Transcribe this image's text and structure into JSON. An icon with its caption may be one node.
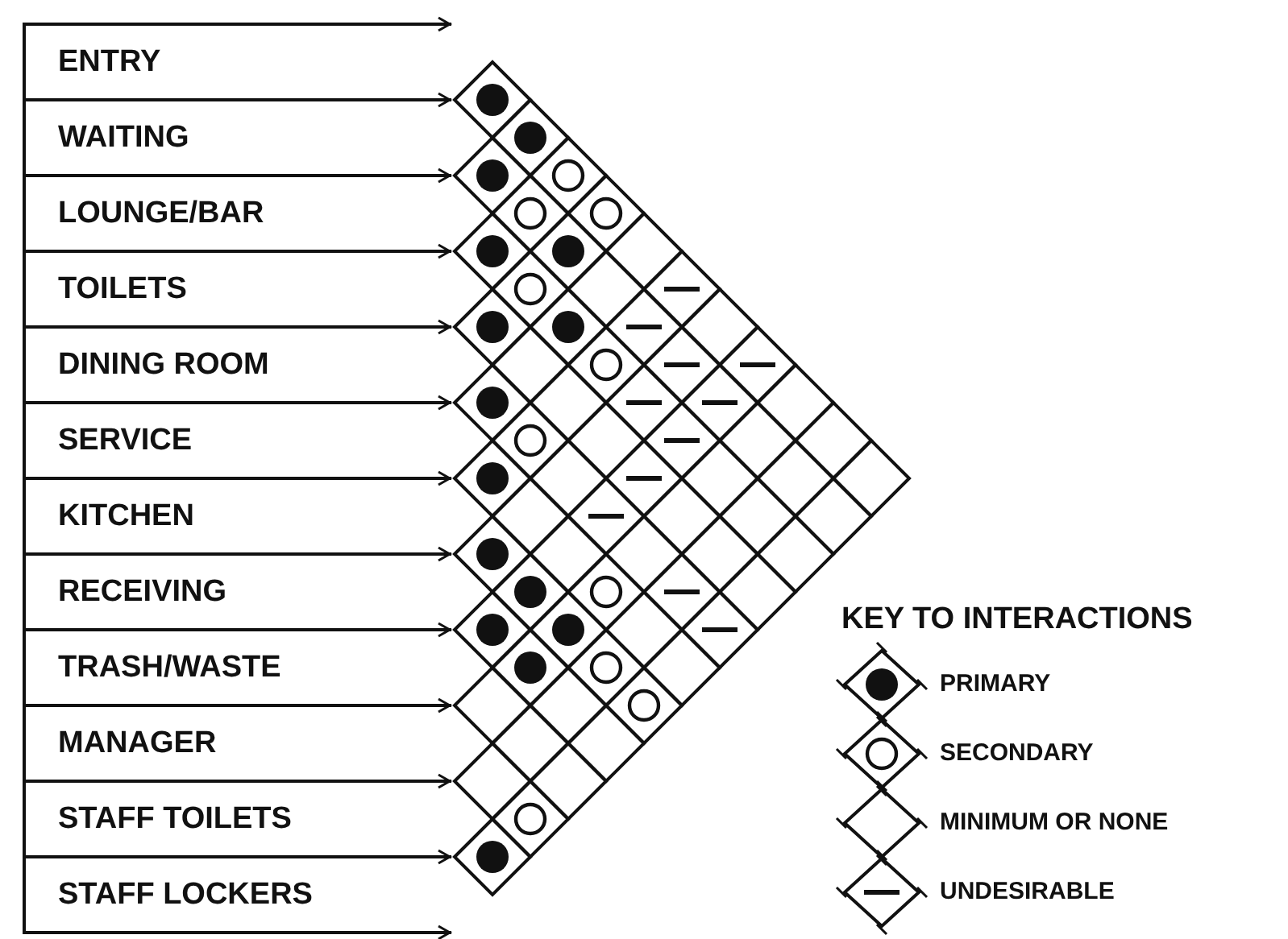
{
  "diagram": {
    "nodes": [
      {
        "text": [
          "ENTRY"
        ]
      },
      {
        "text": [
          "WAITING"
        ]
      },
      {
        "text": [
          "LOUNGE/BAR"
        ]
      },
      {
        "text": [
          "TOILETS"
        ]
      },
      {
        "text": [
          "DINING ROOM"
        ]
      },
      {
        "text": [
          "SERVICE"
        ]
      },
      {
        "text": [
          "KITCHEN"
        ]
      },
      {
        "text": [
          "RECEIVING"
        ]
      },
      {
        "text": [
          "TRASH/WASTE"
        ]
      },
      {
        "text": [
          "MANAGER"
        ]
      },
      {
        "text": [
          "STAFF TOILETS"
        ]
      },
      {
        "text": [
          "STAFF LOCKERS"
        ]
      },
      {
        "text": [],
        "shape": "diamond"
      },
      {
        "text": [],
        "shape": "dot",
        "in": 12
      },
      {
        "text": [],
        "shape": "diamond"
      },
      {
        "text": [],
        "shape": "dot",
        "in": 14
      },
      {
        "text": [],
        "shape": "diamond"
      },
      {
        "text": [],
        "shape": "dot",
        "in": 16
      },
      {
        "text": [],
        "shape": "diamond"
      },
      {
        "text": [],
        "shape": "circle",
        "in": 18
      },
      {
        "text": [],
        "shape": "diamond"
      },
      {
        "text": [],
        "shape": "circle",
        "in": 20
      },
      {
        "text": [],
        "shape": "diamond"
      },
      {
        "text": [],
        "shape": "circle",
        "in": 22
      },
      {
        "text": [],
        "shape": "diamond"
      },
      {
        "text": [],
        "shape": "dot",
        "in": 24
      },
      {
        "text": [],
        "shape": "diamond"
      },
      {
        "text": [],
        "shape": "dot",
        "in": 26
      },
      {
        "text": [],
        "shape": "diamond"
      },
      {
        "text": [],
        "shape": "diamond"
      },
      {
        "text": [],
        "shape": "circle",
        "in": 29
      },
      {
        "text": [],
        "shape": "diamond"
      },
      {
        "text": [],
        "shape": "diamond"
      },
      {
        "text": [],
        "shape": "bar",
        "in": 32
      },
      {
        "text": [],
        "shape": "diamond"
      },
      {
        "text": [],
        "shape": "dot",
        "in": 34
      },
      {
        "text": [],
        "shape": "diamond"
      },
      {
        "text": [],
        "shape": "dot",
        "in": 36
      },
      {
        "text": [],
        "shape": "diamond"
      },
      {
        "text": [],
        "shape": "bar",
        "in": 38
      },
      {
        "text": [],
        "shape": "diamond"
      },
      {
        "text": [],
        "shape": "diamond"
      },
      {
        "text": [],
        "shape": "diamond"
      },
      {
        "text": [],
        "shape": "circle",
        "in": 42
      },
      {
        "text": [],
        "shape": "diamond"
      },
      {
        "text": [],
        "shape": "bar",
        "in": 44
      },
      {
        "text": [],
        "shape": "diamond"
      },
      {
        "text": [],
        "shape": "bar",
        "in": 46
      },
      {
        "text": [],
        "shape": "diamond"
      },
      {
        "text": [],
        "shape": "dot",
        "in": 48
      },
      {
        "text": [],
        "shape": "diamond"
      },
      {
        "text": [],
        "shape": "diamond"
      },
      {
        "text": [],
        "shape": "bar",
        "in": 51
      },
      {
        "text": [],
        "shape": "diamond"
      },
      {
        "text": [],
        "shape": "bar",
        "in": 53
      },
      {
        "text": [],
        "shape": "diamond"
      },
      {
        "text": [],
        "shape": "diamond"
      },
      {
        "text": [],
        "shape": "circle",
        "in": 56
      },
      {
        "text": [],
        "shape": "diamond"
      },
      {
        "text": [],
        "shape": "diamond"
      },
      {
        "text": [],
        "shape": "bar",
        "in": 59
      },
      {
        "text": [],
        "shape": "diamond"
      },
      {
        "text": [],
        "shape": "diamond"
      },
      {
        "text": [],
        "shape": "diamond"
      },
      {
        "text": [],
        "shape": "dot",
        "in": 63
      },
      {
        "text": [],
        "shape": "diamond"
      },
      {
        "text": [],
        "shape": "diamond"
      },
      {
        "text": [],
        "shape": "bar",
        "in": 66
      },
      {
        "text": [],
        "shape": "diamond"
      },
      {
        "text": [],
        "shape": "diamond"
      },
      {
        "text": [],
        "shape": "diamond"
      },
      {
        "text": [],
        "shape": "diamond"
      },
      {
        "text": [],
        "shape": "diamond"
      },
      {
        "text": [],
        "shape": "bar",
        "in": 72
      },
      {
        "text": [],
        "shape": "diamond"
      },
      {
        "text": [],
        "shape": "diamond"
      },
      {
        "text": [],
        "shape": "diamond"
      },
      {
        "text": [],
        "shape": "diamond"
      },
      {
        "text": [],
        "shape": "dot",
        "in": 77
      },
      {
        "text": [],
        "shape": "diamond"
      },
      {
        "text": [],
        "shape": "diamond"
      },
      {
        "text": [],
        "shape": "diamond"
      },
      {
        "text": [],
        "shape": "diamond"
      },
      {
        "text": [],
        "shape": "diamond"
      },
      {
        "text": [],
        "shape": "dot",
        "in": 83
      },
      {
        "text": [],
        "shape": "diamond"
      },
      {
        "text": [],
        "shape": "circle",
        "in": 85
      },
      {
        "text": [],
        "shape": "diamond"
      },
      {
        "text": [],
        "shape": "bar",
        "in": 87
      },
      {
        "text": [],
        "shape": "diamond"
      },
      {
        "text": [],
        "shape": "diamond"
      },
      {
        "text": [],
        "shape": "dot",
        "in": 90
      },
      {
        "text": [],
        "shape": "diamond"
      },
      {
        "text": [],
        "shape": "dot",
        "in": 92
      },
      {
        "text": [],
        "shape": "diamond"
      },
      {
        "text": [],
        "shape": "diamond"
      },
      {
        "text": [],
        "shape": "bar",
        "in": 95
      },
      {
        "text": [],
        "shape": "diamond"
      },
      {
        "text": [],
        "shape": "dot",
        "in": 97
      },
      {
        "text": [],
        "shape": "diamond"
      },
      {
        "text": [],
        "shape": "circle",
        "in": 99
      },
      {
        "text": [],
        "shape": "diamond"
      },
      {
        "text": [],
        "shape": "diamond"
      },
      {
        "text": [],
        "shape": "diamond"
      },
      {
        "text": [],
        "shape": "diamond"
      },
      {
        "text": [],
        "shape": "circle",
        "in": 104
      },
      {
        "text": [],
        "shape": "diamond"
      },
      {
        "text": [],
        "shape": "diamond"
      },
      {
        "text": [],
        "shape": "diamond"
      },
      {
        "text": [],
        "shape": "diamond"
      },
      {
        "text": [],
        "shape": "diamond"
      },
      {
        "text": [],
        "shape": "circle",
        "in": 110
      },
      {
        "text": [],
        "shape": "diamond"
      },
      {
        "text": [],
        "shape": "dot",
        "in": 112
      }
    ],
    "labels": [
      "KEY TO INTERACTIONS"
    ],
    "legend": [
      {
        "text": "PRIMARY"
      },
      {
        "text": "SECONDARY"
      },
      {
        "text": "MINIMUM OR NONE"
      },
      {
        "text": "UNDESIRABLE"
      }
    ]
  }
}
